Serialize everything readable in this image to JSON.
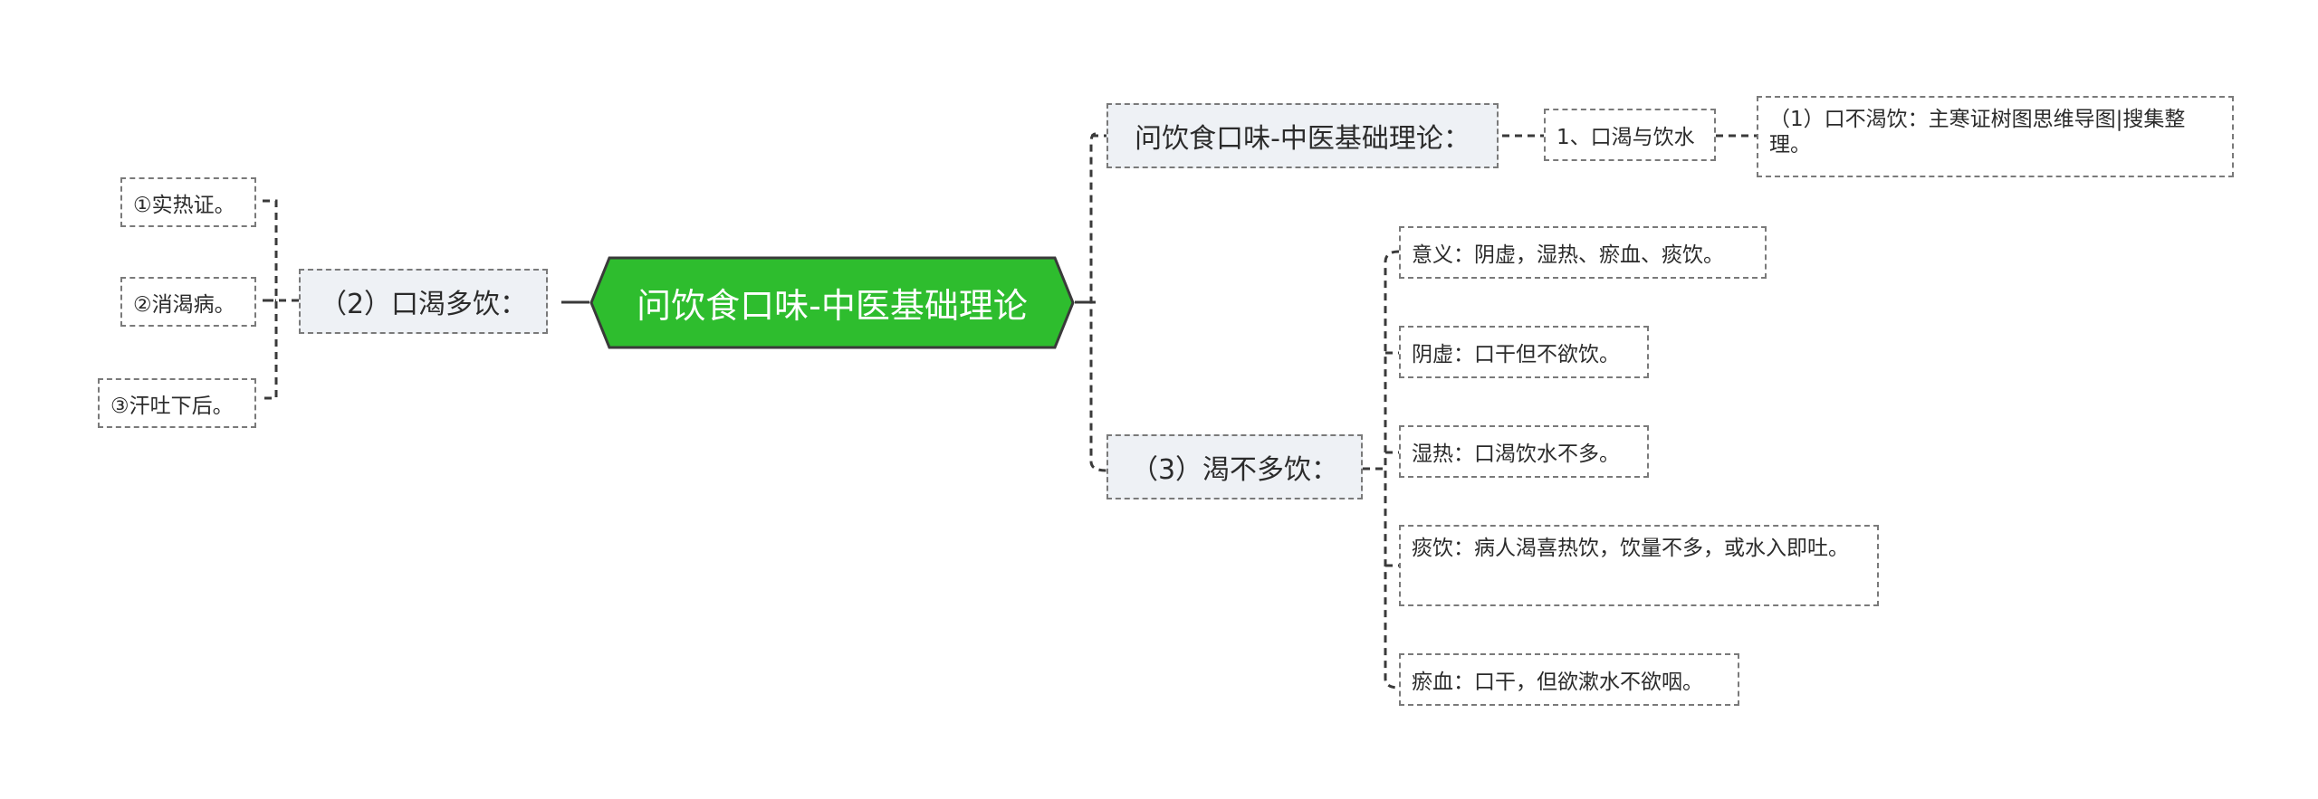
{
  "colors": {
    "root_fill": "#2ebd2e",
    "root_stroke": "#3a3a3a",
    "branch_fill": "#eef1f5",
    "line": "#3a3a3a",
    "dashed": "#7a7a7a"
  },
  "root": {
    "label": "问饮食口味-中医基础理论"
  },
  "left_branch": {
    "label": "（2）口渴多饮：",
    "children": [
      "①实热证。",
      "②消渴病。",
      "③汗吐下后。"
    ]
  },
  "right_top": {
    "label": "问饮食口味-中医基础理论：",
    "child": {
      "label": "1、口渴与饮水",
      "child": {
        "label": "（1）口不渴饮：主寒证树图思维导图|搜集整理。"
      }
    }
  },
  "right_bottom": {
    "label": "（3）渴不多饮：",
    "children": [
      "意义：阴虚，湿热、瘀血、痰饮。",
      "阴虚：口干但不欲饮。",
      "湿热：口渴饮水不多。",
      "痰饮：病人渴喜热饮，饮量不多，或水入即吐。",
      "瘀血：口干，但欲漱水不欲咽。"
    ]
  }
}
